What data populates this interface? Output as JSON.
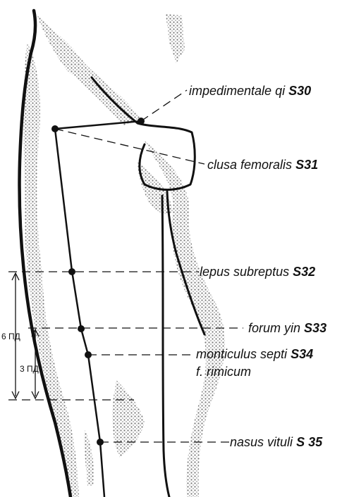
{
  "points": [
    {
      "name": "impedimentale qi",
      "code": "S30"
    },
    {
      "name": "clusa femoralis",
      "code": "S31"
    },
    {
      "name": "lepus subreptus",
      "code": "S32"
    },
    {
      "name": "forum yin",
      "code": "S33"
    },
    {
      "name": "monticulus septi",
      "code": "S34",
      "alt": "f. rimicum"
    },
    {
      "name": "nasus vituli",
      "code": "S 35"
    }
  ],
  "dimensions": {
    "outer": "6 ПД",
    "inner": "3 ПД"
  },
  "colors": {
    "ink": "#111111",
    "stipple": "#8a8a8a"
  }
}
